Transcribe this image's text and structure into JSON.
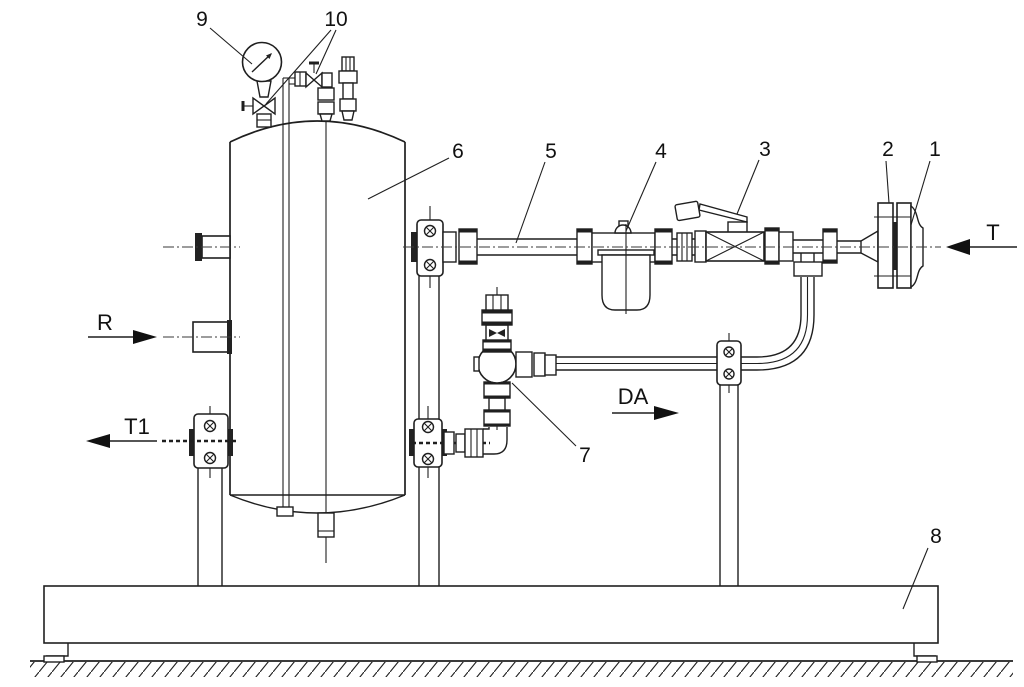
{
  "drawing": {
    "background": "#ffffff",
    "line_color": "#1f1f1f",
    "callouts": {
      "c1": "1",
      "c2": "2",
      "c3": "3",
      "c4": "4",
      "c5": "5",
      "c6": "6",
      "c7": "7",
      "c8": "8",
      "c9": "9",
      "c10": "10"
    },
    "flow_labels": {
      "t": "T",
      "r": "R",
      "t1": "T1",
      "da": "DA"
    }
  }
}
